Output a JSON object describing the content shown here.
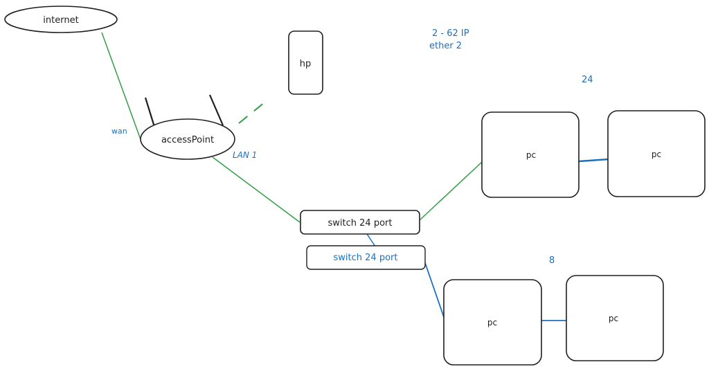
{
  "colors": {
    "stroke": "#1e1e1e",
    "green": "#2f9e44",
    "blue": "#1971c2",
    "background": "#ffffff"
  },
  "nodes": {
    "internet": "internet",
    "access_point": "accessPoint",
    "hp": "hp",
    "switch_1": "switch 24 port",
    "switch_2": "switch 24 port",
    "pc_1": "pc",
    "pc_2": "pc",
    "pc_3": "pc",
    "pc_4": "pc"
  },
  "labels": {
    "wan": "wan",
    "lan1": "LAN 1",
    "ip_range": "2 - 62 IP",
    "ether": "ether 2",
    "count_24": "24",
    "count_8": "8"
  }
}
